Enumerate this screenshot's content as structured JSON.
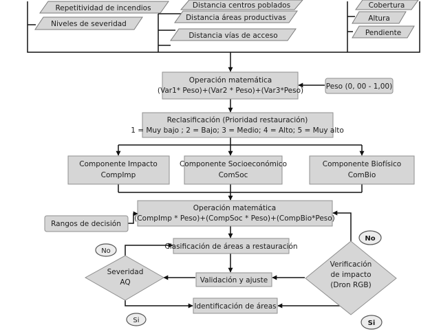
{
  "inputs": {
    "fire_layers": [
      "Repetitividad de incendios",
      "Niveles de severidad"
    ],
    "distance_layers": [
      "Distancia centros poblados",
      "Distancia áreas productivas",
      "Distancia vías de acceso"
    ],
    "biophysical_layers": [
      "Cobertura",
      "Altura",
      "Pendiente"
    ]
  },
  "math_operation_1": {
    "title": "Operación matemática",
    "formula": "(Var1* Peso)+(Var2 * Peso)+(Var3*Peso)"
  },
  "weight": "Peso (0, 00  - 1,00)",
  "reclassification": {
    "title": "Reclasificación (Prioridad restauración)",
    "scale": "1 = Muy bajo ; 2 =  Bajo; 3 = Medio; 4 = Alto; 5 = Muy alto"
  },
  "components": {
    "impact": {
      "title": "Componente Impacto",
      "code": "CompImp"
    },
    "socioeconomic": {
      "title": "Componente Socioeconómico",
      "code": "ComSoc"
    },
    "biophysical": {
      "title": "Componente Biofísico",
      "code": "ComBio"
    }
  },
  "decision_ranges": "Rangos de decisión",
  "math_operation_2": {
    "title": "Operación matemática",
    "formula": "(CompImp * Peso)+(CompSoc * Peso)+(CompBio*Peso)"
  },
  "classification": "Clasificación de áreas a restauración",
  "validation": "Validación y ajuste",
  "identification": "Identificación de áreas",
  "severity_decision": [
    "Severidad",
    "AQ"
  ],
  "impact_check": [
    "Verificación",
    "de impacto",
    "(Dron RGB)"
  ],
  "answers": {
    "no_left": "No",
    "no_right": "No",
    "yes_left": "Si",
    "yes_right": "Si"
  }
}
